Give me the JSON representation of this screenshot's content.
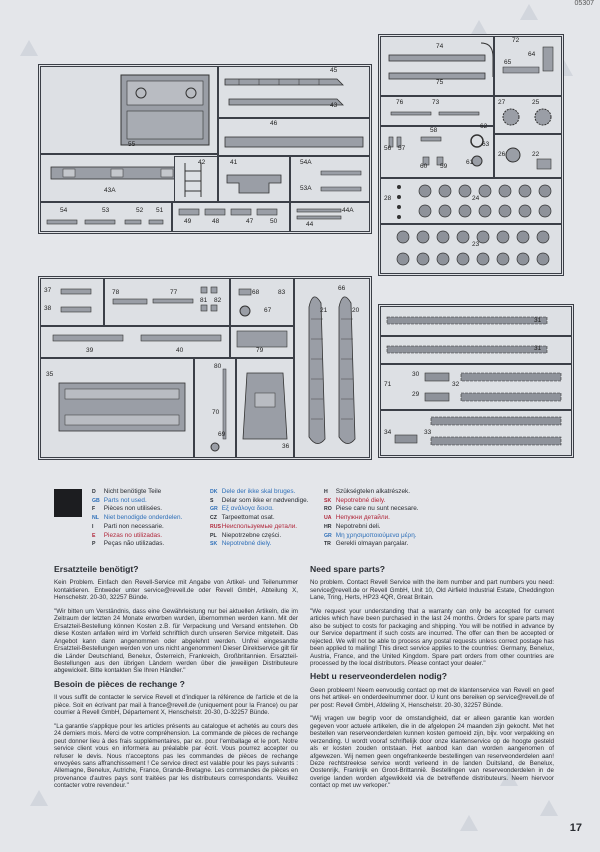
{
  "page": {
    "code": "05307",
    "number": "17"
  },
  "sprue_a": {
    "labels": [
      "55",
      "45",
      "43",
      "46",
      "42",
      "41",
      "54A",
      "53A",
      "43A",
      "54",
      "53",
      "52",
      "51",
      "49",
      "48",
      "47",
      "50",
      "44",
      "44A"
    ]
  },
  "sprue_b": {
    "labels": [
      "74",
      "75",
      "72",
      "64",
      "65",
      "76",
      "73",
      "27",
      "25",
      "56",
      "57",
      "58",
      "62",
      "63",
      "26",
      "22",
      "60",
      "59",
      "61",
      "28",
      "24",
      "23"
    ]
  },
  "sprue_c": {
    "labels": [
      "37",
      "38",
      "78",
      "77",
      "81",
      "82",
      "68",
      "83",
      "67",
      "66",
      "21",
      "20",
      "39",
      "40",
      "79",
      "35",
      "80",
      "70",
      "69",
      "36",
      "31",
      "31",
      "71",
      "30",
      "32",
      "29",
      "34",
      "33"
    ]
  },
  "legend": {
    "col1": [
      {
        "code": "D",
        "text": "Nicht benötigte Teile"
      },
      {
        "code": "GB",
        "text": "Parts not used."
      },
      {
        "code": "F",
        "text": "Pièces non utilisées."
      },
      {
        "code": "NL",
        "text": "Niet benodigde onderdelen."
      },
      {
        "code": "I",
        "text": "Parti non necessarie."
      },
      {
        "code": "E",
        "text": "Piezas no utilizadas."
      },
      {
        "code": "P",
        "text": "Peças não utilizadas."
      }
    ],
    "col2": [
      {
        "code": "DK",
        "text": "Dele der ikke skal bruges."
      },
      {
        "code": "S",
        "text": "Delar som ikke er nødvendige."
      },
      {
        "code": "GR",
        "text": "Εξ ανάλογα δεισα."
      },
      {
        "code": "CZ",
        "text": "Tarpeettomat osat."
      },
      {
        "code": "RUS",
        "text": "Неиспользуемые детали."
      },
      {
        "code": "PL",
        "text": "Niepotrzebne części."
      },
      {
        "code": "SK",
        "text": "Nepotrebné diely."
      }
    ],
    "col3": [
      {
        "code": "H",
        "text": "Szükségtelen alkatrészek."
      },
      {
        "code": "SK",
        "text": "Nepotrebné diely."
      },
      {
        "code": "RO",
        "text": "Piese care nu sunt necesare."
      },
      {
        "code": "UA",
        "text": "Непужни детайли."
      },
      {
        "code": "HR",
        "text": "Nepotrebni deli."
      },
      {
        "code": "GR",
        "text": "Μη χρησιμοποιούμενα μέρη."
      },
      {
        "code": "TR",
        "text": "Gerekli olmayan parçalar."
      }
    ]
  },
  "sections": {
    "de": {
      "title": "Ersatzteile benötigt?",
      "p1": "Kein Problem. Einfach den Revell-Service mit Angabe von Artikel- und Teilenummer kontaktieren. Entweder unter service@revell.de oder Revell GmbH, Abteilung X, Henschelstr. 20-30, 32257 Bünde.",
      "p2": "\"Wir bitten um Verständnis, dass eine Gewährleistung nur bei aktuellen Artikeln, die im Zeitraum der letzten 24 Monate erworben wurden, übernommen werden kann. Mit der Ersatzteil-Bestellung können Kosten z.B. für Verpackung und Versand entstehen. Ob diese Kosten anfallen wird im Vorfeld schriftlich durch unseren Service mitgeteilt. Das Angebot kann dann angenommen oder abgelehnt werden. Unfrei eingesandte Ersatzteil-Bestellungen werden von uns nicht angenommen! Dieser Direktservice gilt für die Länder Deutschland, Benelux, Österreich, Frankreich, Großbritannien. Ersatzteil-Bestellungen aus den übrigen Ländern werden über die jeweiligen Distributeure abgewickelt. Bitte kontakten Sie Ihren Händler.\""
    },
    "fr": {
      "title": "Besoin de pièces de rechange ?",
      "p1": "Il vous suffit de contacter le service Revell et d'indiquer la référence de l'article et de la pièce. Soit en écrivant par mail à france@revell.de (uniquement pour la France) ou par courrier à Revell GmbH, Département X, Henschelstr. 20-30, D-32257 Bünde.",
      "p2": "\"La garantie s'applique pour les articles présents au catalogue et achetés au cours des 24 derniers mois. Merci de votre compréhension. La commande de pièces de rechange peut donner lieu à des frais supplémentaires, par ex. pour l'emballage et le port. Notre service client vous en informera au préalable par écrit. Vous pourrez accepter ou refuser le devis. Nous n'acceptons pas les commandes de pièces de rechange envoyées sans affranchissement ! Ce service direct est valable pour les pays suivants : Allemagne, Benelux, Autriche, France, Grande-Bretagne. Les commandes de pièces en provenance d'autres pays sont traitées par les distributeurs correspondants. Veuillez contacter votre revendeur.\""
    },
    "en": {
      "title": "Need spare parts?",
      "p1": "No problem. Contact Revell Service with the item number and part numbers you need: service@revell.de or Revell GmbH, Unit 10, Old Airfield Industrial Estate, Cheddington Lane, Tring, Herts, HP23 4QR, Great Britain.",
      "p2": "\"We request your understanding that a warranty can only be accepted for current articles which have been purchased in the last 24 months. Orders for spare parts may also be subject to costs for packaging and shipping. You will be notified in advance by our Service department if such costs are incurred. The offer can then be accepted or rejected. We will not be able to process any postal requests unless correct postage has been applied to mailing! This direct service applies to the countries: Germany, Benelux, Austria, France, and the United Kingdom. Spare part orders from other countries are processed by the local distributors. Please contact your dealer.\""
    },
    "nl": {
      "title": "Hebt u reserveonderdelen nodig?",
      "p1": "Geen probleem! Neem eenvoudig contact op met de klantenservice van Revell en geef ons het artikel- en onderdeelnummer door. U kunt ons bereiken op service@revell.de of per post: Revell GmbH, Afdeling X, Henschelstr. 20-30, 32257 Bünde.",
      "p2": "\"Wij vragen uw begrip voor de omstandigheid, dat er alleen garantie kan worden gegeven voor actuele artikelen, die in de afgelopen 24 maanden zijn gekocht. Met het bestellen van reserveonderdelen kunnen kosten gemoeid zijn, bijv. voor verpakking en verzending. U wordt vooraf schriftelijk door onze klantenservice op de hoogte gesteld als er kosten zouden ontstaan. Het aanbod kan dan worden aangenomen of afgewezen. Wij nemen geen ongefrankeerde bestellingen van reserveonderdelen aan! Deze rechtstreekse service wordt verleend in de landen Duitsland, de Benelux, Oostenrijk, Frankrijk en Groot-Brittannië. Bestellingen van reserveonderdelen in de overige landen worden afgewikkeld via de betreffende distributeurs. Neem hiervoor contact op met uw verkoper.\""
    }
  }
}
